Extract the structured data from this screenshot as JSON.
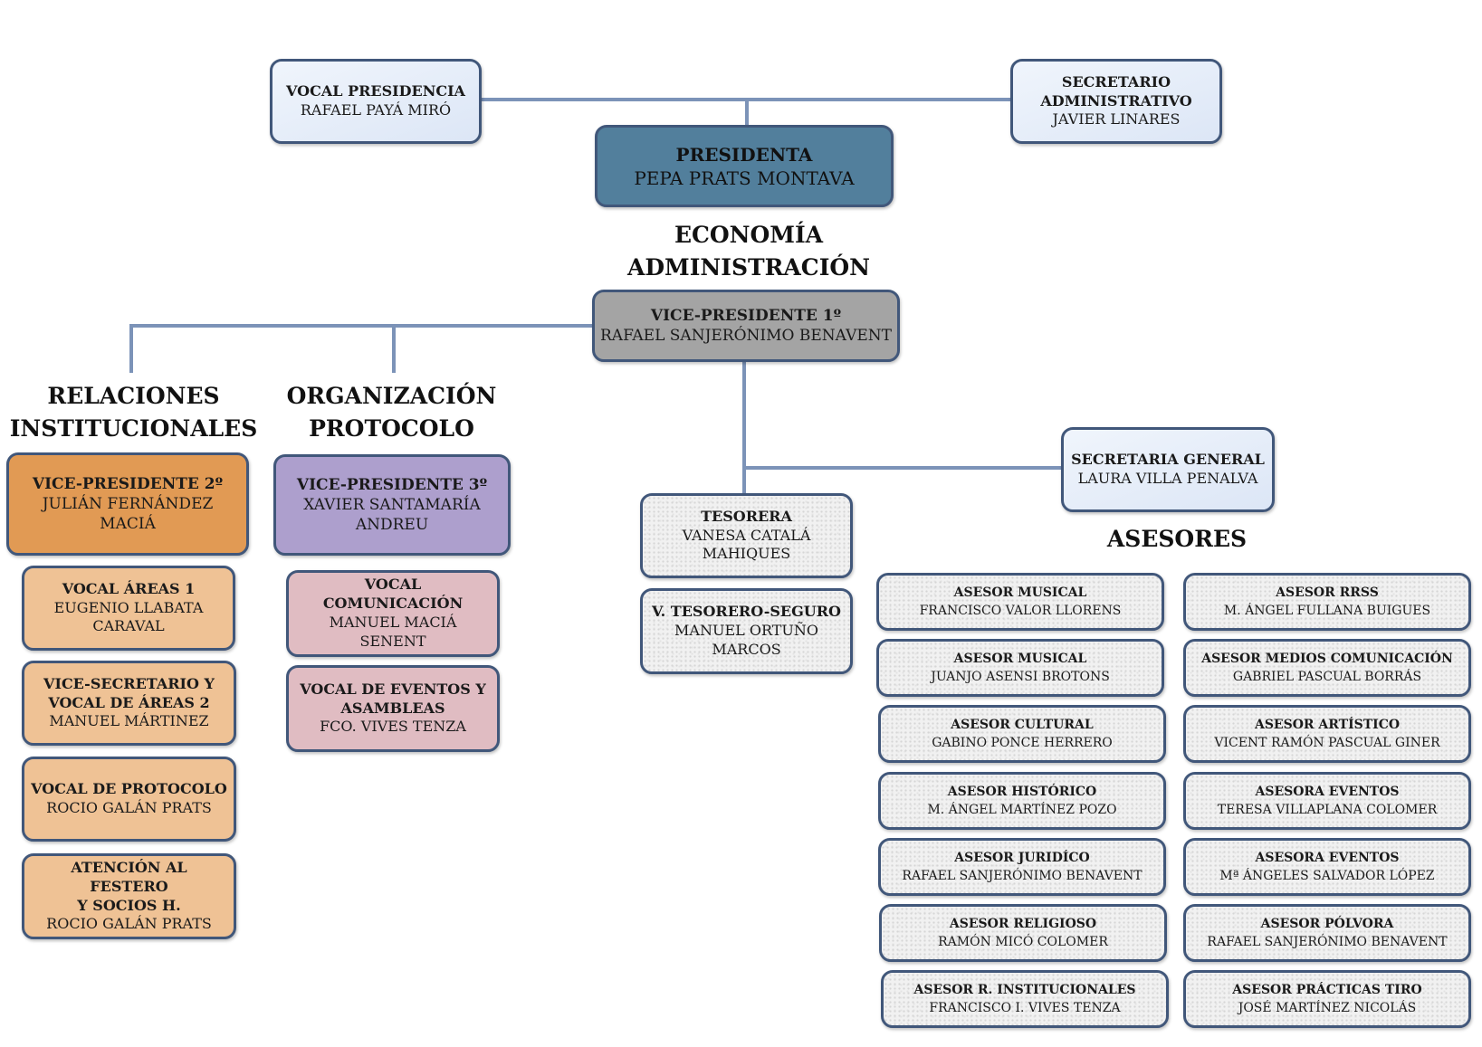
{
  "top": {
    "vocal_presidencia": {
      "title": "VOCAL PRESIDENCIA",
      "name": "RAFAEL PAYÁ MIRÓ"
    },
    "secretario_admin": {
      "title_1": "SECRETARIO",
      "title_2": "ADMINISTRATIVO",
      "name": "JAVIER LINARES"
    },
    "presidenta": {
      "title": "PRESIDENTA",
      "name": "PEPA PRATS MONTAVA"
    }
  },
  "headings": {
    "economia_1": "ECONOMÍA",
    "economia_2": "ADMINISTRACIÓN",
    "relaciones_1": "RELACIONES",
    "relaciones_2": "INSTITUCIONALES",
    "organizacion_1": "ORGANIZACIÓN",
    "organizacion_2": "PROTOCOLO",
    "asesores": "ASESORES"
  },
  "vp1": {
    "title": "VICE-PRESIDENTE 1º",
    "name": "RAFAEL SANJERÓNIMO BENAVENT"
  },
  "vp2": {
    "title": "VICE-PRESIDENTE 2º",
    "name_1": "JULIÁN FERNÁNDEZ",
    "name_2": "MACIÁ"
  },
  "vp3": {
    "title": "VICE-PRESIDENTE 3º",
    "name_1": "XAVIER SANTAMARÍA",
    "name_2": "ANDREU"
  },
  "relaciones": [
    {
      "title_1": "VOCAL ÁREAS 1",
      "title_2": "",
      "name_1": "EUGENIO LLABATA",
      "name_2": "CARAVAL"
    },
    {
      "title_1": "VICE-SECRETARIO Y",
      "title_2": "VOCAL DE ÁREAS 2",
      "name_1": "MANUEL MÁRTINEZ",
      "name_2": ""
    },
    {
      "title_1": "VOCAL DE PROTOCOLO",
      "title_2": "",
      "name_1": "ROCIO GALÁN PRATS",
      "name_2": ""
    },
    {
      "title_1": "ATENCIÓN AL FESTERO",
      "title_2": "Y SOCIOS H.",
      "name_1": "ROCIO GALÁN PRATS",
      "name_2": ""
    }
  ],
  "organizacion": [
    {
      "title_1": "VOCAL COMUNICACIÓN",
      "title_2": "",
      "name_1": "MANUEL MACIÁ SENENT"
    },
    {
      "title_1": "VOCAL DE EVENTOS Y",
      "title_2": "ASAMBLEAS",
      "name_1": "FCO. VIVES TENZA"
    }
  ],
  "secretaria_general": {
    "title": "SECRETARIA GENERAL",
    "name": "LAURA VILLA PENALVA"
  },
  "tesorera": {
    "title": "TESORERA",
    "name_1": "VANESA CATALÁ",
    "name_2": "MAHIQUES"
  },
  "vtesorero": {
    "title": "V. TESORERO-SEGURO",
    "name_1": "MANUEL ORTUÑO",
    "name_2": "MARCOS"
  },
  "asesores_left": [
    {
      "title": "ASESOR MUSICAL",
      "name": "FRANCISCO VALOR LLORENS"
    },
    {
      "title": "ASESOR MUSICAL",
      "name": "JUANJO ASENSI BROTONS"
    },
    {
      "title": "ASESOR CULTURAL",
      "name": "GABINO PONCE HERRERO"
    },
    {
      "title": "ASESOR HISTÓRICO",
      "name": "M. ÁNGEL MARTÍNEZ POZO"
    },
    {
      "title": "ASESOR JURIDÍCO",
      "name": "RAFAEL SANJERÓNIMO BENAVENT"
    },
    {
      "title": "ASESOR RELIGIOSO",
      "name": "RAMÓN MICÓ COLOMER"
    },
    {
      "title": "ASESOR R. INSTITUCIONALES",
      "name": "FRANCISCO I. VIVES TENZA"
    }
  ],
  "asesores_right": [
    {
      "title": "ASESOR RRSS",
      "name": "M. ÁNGEL FULLANA BUIGUES"
    },
    {
      "title": "ASESOR MEDIOS COMUNICACIÓN",
      "name": "GABRIEL PASCUAL BORRÁS"
    },
    {
      "title": "ASESOR ARTÍSTICO",
      "name": "VICENT RAMÓN PASCUAL GINER"
    },
    {
      "title": "ASESORA EVENTOS",
      "name": "TERESA VILLAPLANA COLOMER"
    },
    {
      "title": "ASESORA EVENTOS",
      "name": "Mª ÁNGELES SALVADOR LÓPEZ"
    },
    {
      "title": "ASESOR PÓLVORA",
      "name": "RAFAEL SANJERÓNIMO BENAVENT"
    },
    {
      "title": "ASESOR PRÁCTICAS TIRO",
      "name": "JOSÉ MARTÍNEZ NICOLÁS"
    }
  ],
  "colors": {
    "connector": "#7c93b8",
    "border": "#41577a",
    "presidenta": "#527f9c",
    "vp1": "#a4a4a4",
    "vp2": "#e19a54",
    "relaciones": "#efc295",
    "vp3": "#ad9fcd",
    "organizacion": "#e0bcc2"
  }
}
